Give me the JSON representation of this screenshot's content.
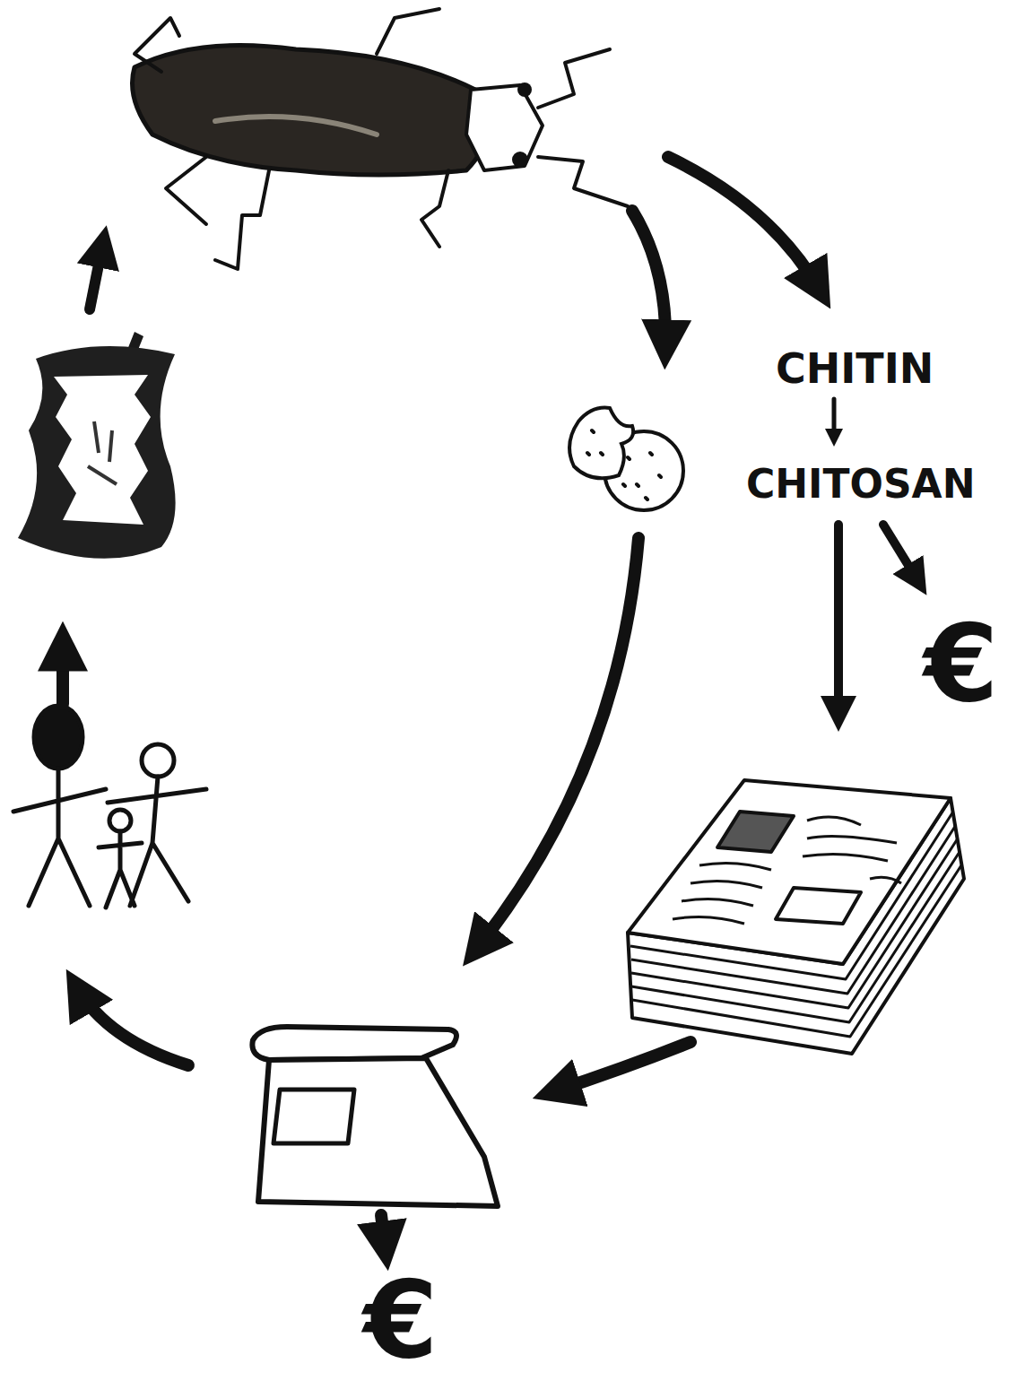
{
  "diagram": {
    "labels": [
      "CHITIN",
      "CHITOSAN",
      "€",
      "€"
    ]
  }
}
